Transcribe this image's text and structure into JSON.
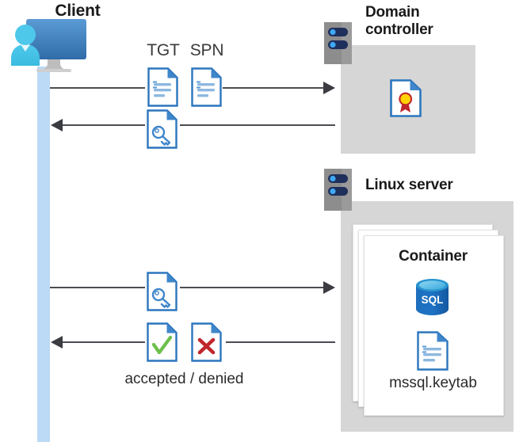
{
  "diagram": {
    "title_client": "Client",
    "colors": {
      "swimlane": "#bcd9f5",
      "panel_gray": "#d6d6d6",
      "server_gray": "#9a9a9a",
      "doc_blue": "#3f86cb",
      "doc_blue_dark": "#1c68b0",
      "accent_green": "#6cc04a",
      "accent_red": "#c0272d",
      "cert_gold": "#ffd400",
      "cert_ribbon": "#c0272d",
      "sql_blue": "#0f6cbd",
      "line": "#4c4c52",
      "nav_pill": "#1f2f5c",
      "pill_dot": "#3fa9f5"
    }
  },
  "client": {
    "label": "Client",
    "icon": "user-monitor-icon",
    "swimlane_name": "client-swimlane"
  },
  "flows": [
    {
      "id": "flow-1",
      "direction": "right",
      "labels": [
        "TGT",
        "SPN"
      ],
      "icons": [
        "document-icon",
        "document-icon"
      ],
      "from": "client",
      "to": "domain-controller"
    },
    {
      "id": "flow-2",
      "direction": "left",
      "labels": [],
      "icons": [
        "key-document-icon"
      ],
      "from": "domain-controller",
      "to": "client"
    },
    {
      "id": "flow-3",
      "direction": "right",
      "labels": [],
      "icons": [
        "key-document-icon"
      ],
      "from": "client",
      "to": "linux-server"
    },
    {
      "id": "flow-4",
      "direction": "left",
      "labels": [
        "accepted / denied"
      ],
      "icons": [
        "accepted-document-icon",
        "denied-document-icon"
      ],
      "from": "linux-server",
      "to": "client"
    }
  ],
  "tokens": {
    "tgt": "TGT",
    "spn": "SPN",
    "result_caption": "accepted / denied"
  },
  "domain_controller": {
    "title_line1": "Domain",
    "title_line2": "controller",
    "server_icon": "server-rack-icon",
    "contents": [
      {
        "icon": "certificate-document-icon",
        "label": ""
      }
    ]
  },
  "linux_server": {
    "title": "Linux server",
    "server_icon": "server-rack-icon",
    "container": {
      "title": "Container",
      "stack_count": 3,
      "items": [
        {
          "icon": "sql-database-icon",
          "label": "SQL"
        },
        {
          "icon": "document-icon",
          "label": "mssql.keytab"
        }
      ],
      "sql_badge_text": "SQL",
      "keytab_label": "mssql.keytab"
    }
  }
}
